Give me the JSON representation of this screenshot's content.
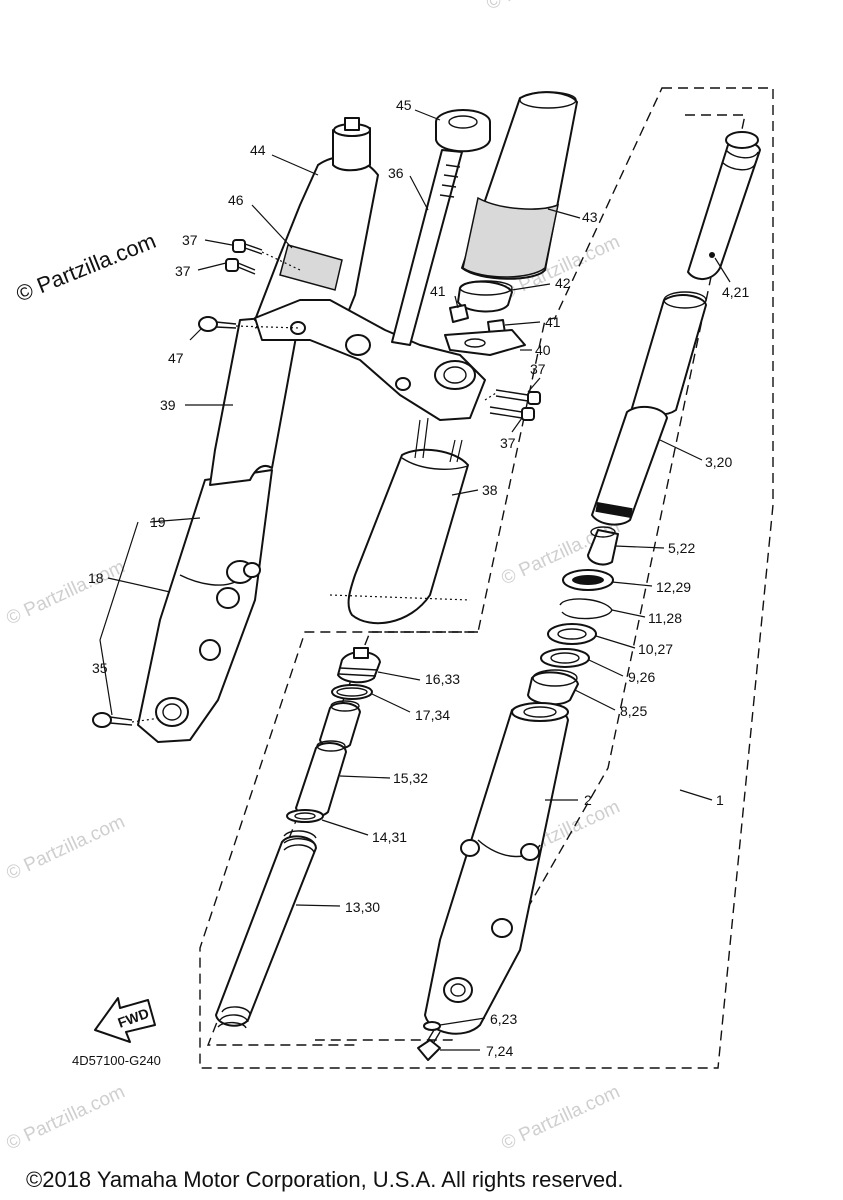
{
  "labels": {
    "l44": "44",
    "l46": "46",
    "l37a": "37",
    "l37b": "37",
    "l47": "47",
    "l39": "39",
    "l19": "19",
    "l18": "18",
    "l35": "35",
    "l45": "45",
    "l36": "36",
    "l43": "43",
    "l42": "42",
    "l41a": "41",
    "l41b": "41",
    "l40": "40",
    "l37c": "37",
    "l37d": "37",
    "l38": "38",
    "l4_21": "4,21",
    "l3_20": "3,20",
    "l5_22": "5,22",
    "l12_29": "12,29",
    "l11_28": "11,28",
    "l10_27": "10,27",
    "l9_26": "9,26",
    "l8_25": "8,25",
    "l16_33": "16,33",
    "l17_34": "17,34",
    "l15_32": "15,32",
    "l14_31": "14,31",
    "l13_30": "13,30",
    "l2": "2",
    "l1": "1",
    "l6_23": "6,23",
    "l7_24": "7,24"
  },
  "fwd_label": "FWD",
  "diagram_code": "4D57100-G240",
  "watermark_main": "© Partzilla.com",
  "watermark_faint": "© Partzilla.com",
  "copyright": "©2018 Yamaha Motor Corporation, U.S.A. All rights reserved."
}
